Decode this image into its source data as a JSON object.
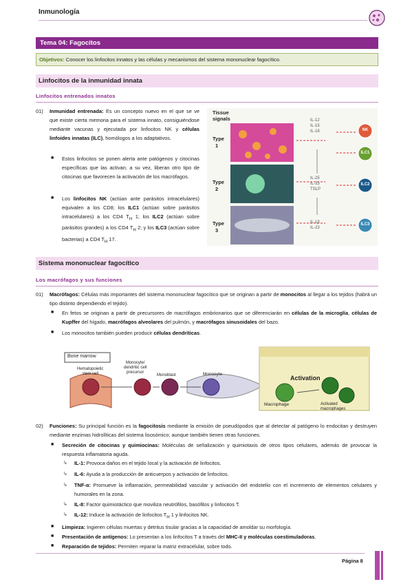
{
  "header": {
    "title": "Inmunología"
  },
  "topic": {
    "title": "Tema 04: Fagocitos"
  },
  "objectives": {
    "label": "Objetivos:",
    "text": "Conocer los linfocitos innatos y las células y mecanismos del sistema mononuclear fagocítico."
  },
  "section1": {
    "title": "Linfocitos de la inmunidad innata",
    "subtitle": "Linfocitos entrenados innatos",
    "item1": {
      "num": "01)",
      "bold": "Inmunidad entrenada:",
      "text": " Es un concepto nuevo en el que se ve que existe cierta memoria para el sistema innato, consiguiéndose mediante vacunas y ejecutada por linfocitos NK y ",
      "bold2": "células linfoides innatas (ILC)",
      "text2": ", homólogos a los adaptativos.",
      "bullet1": "Estos linfocitos se ponen alerta ante patógenos y citocinas específicas que las activan; a su vez, liberan otro tipo de citocinas que favorecen la activación de los macrófagos.",
      "bullet2_a": "Los ",
      "bullet2_b": "linfocitos NK",
      "bullet2_c": " (actúan ante parásitos intracelulares) equivalen a los CD8; los ",
      "bullet2_d": "ILC1",
      "bullet2_e": " (actúan sobre parásitos intracelulares) a los CD4 T",
      "bullet2_f": " 1; los ",
      "bullet2_g": "ILC2",
      "bullet2_h": " (actúan sobre parásitos grandes) a los CD4 T",
      "bullet2_i": " 2; y los ",
      "bullet2_j": "ILC3",
      "bullet2_k": " (actúan sobre bacterias) a CD4 T",
      "bullet2_l": " 17.",
      "sub_h": "H"
    }
  },
  "figure1": {
    "title_line1": "Tissue",
    "title_line2": "signals",
    "types": [
      {
        "label1": "Type",
        "label2": "1",
        "cytokines": [
          "IL-12",
          "IL-15",
          "IL-18"
        ],
        "cell": "NK",
        "cell2": "ILC1"
      },
      {
        "label1": "Type",
        "label2": "2",
        "cytokines": [
          "IL-25",
          "IL-33",
          "TSLP"
        ],
        "cell": "ILC2"
      },
      {
        "label1": "Type",
        "label2": "3",
        "cytokines": [
          "IL-1β",
          "IL-23"
        ],
        "cell": "ILC3"
      }
    ]
  },
  "section2": {
    "title": "Sistema mononuclear fagocítico",
    "subtitle": "Los macrófagos y sus funciones",
    "item1": {
      "num": "01)",
      "bold": "Macrófagos:",
      "text": " Células más importantes del sistema mononuclear fagocítico que se originan a partir de ",
      "bold2": "monocitos",
      "text2": " al llegar a los tejidos (habrá un tipo distinto dependiendo el tejido).",
      "bullet1_a": "En fetos se originan a partir de precursores de macrófagos embrionarios que se diferenciarán en ",
      "bullet1_b": "células de la microglía",
      "bullet1_c": ", ",
      "bullet1_d": "células de Kupffer",
      "bullet1_e": " del hígado, ",
      "bullet1_f": "macrófagos alveolares",
      "bullet1_g": " del pulmón, y ",
      "bullet1_h": "macrófagos sinusoidales",
      "bullet1_i": " del bazo.",
      "bullet2_a": "Los monocitos también pueden producir ",
      "bullet2_b": "células dendríticas",
      "bullet2_c": "."
    },
    "item2": {
      "num": "02)",
      "bold": "Funciones:",
      "text": " Su principal función es la ",
      "bold2": "fagocitosis",
      "text2": " mediante la emisión de pseudópodos que al detectar al patógeno lo endocitan y destruyen mediante enzimas hidrolíticas del sistema lisosómico; aunque también tienen otras funciones.",
      "b1_bold": "Secreción de citocinas y quimiocinas:",
      "b1_text": " Moléculas de señalización y quimiotaxis de otros tipos celulares, además de provocar la respuesta inflamatoria aguda.",
      "subs": [
        {
          "bold": "IL-1:",
          "text": " Provoca daños en el tejido local y la activación de linfocitos."
        },
        {
          "bold": "IL-6:",
          "text": " Ayuda a la producción de anticuerpos y activación de linfocitos."
        },
        {
          "bold": "TNF-α:",
          "text": " Promueve la inflamación, permeabilidad vascular y activación del endotelio con el incremento de elementos celulares y humorales en la zona."
        },
        {
          "bold": "IL-8:",
          "text": " Factor quimiotáctico que moviliza neutrófilos, basófilos y linfocitos T."
        },
        {
          "bold": "IL-12:",
          "text": " Induce la activación de linfocitos T",
          "sub": "H",
          "text2": " 1 y linfocitos NK."
        }
      ],
      "b2_bold": "Limpieza:",
      "b2_text": " Ingieren células muertas y detritus tisular gracias a la capacidad de amoldar su morfología.",
      "b3_bold": "Presentación de antígenos:",
      "b3_text": " Lo presentan a los linfocitos T a través del ",
      "b3_bold2": "MHC-II y moléculas coestimuladoras",
      "b3_text2": ".",
      "b4_bold": "Reparación de tejidos:",
      "b4_text": " Permiten reparar la matriz extracelular, sobre todo."
    }
  },
  "figure2": {
    "bone_marrow": "Bone marrow",
    "hsc_1": "Hematopoietic",
    "hsc_2": "stem cell",
    "mono_1": "Monocyte/",
    "mono_2": "dendritic cell",
    "mono_3": "precursor",
    "monoblast": "Monoblast",
    "monocyte": "Monocyte",
    "activation": "Activation",
    "macrophage": "Macrophage",
    "activated_1": "Activated",
    "activated_2": "macrophages"
  },
  "footer": {
    "page": "Página 8"
  },
  "colors": {
    "accent": "#8a2a8c",
    "section_bg": "#f4dcf0",
    "objective_bg": "#e8eed8"
  }
}
